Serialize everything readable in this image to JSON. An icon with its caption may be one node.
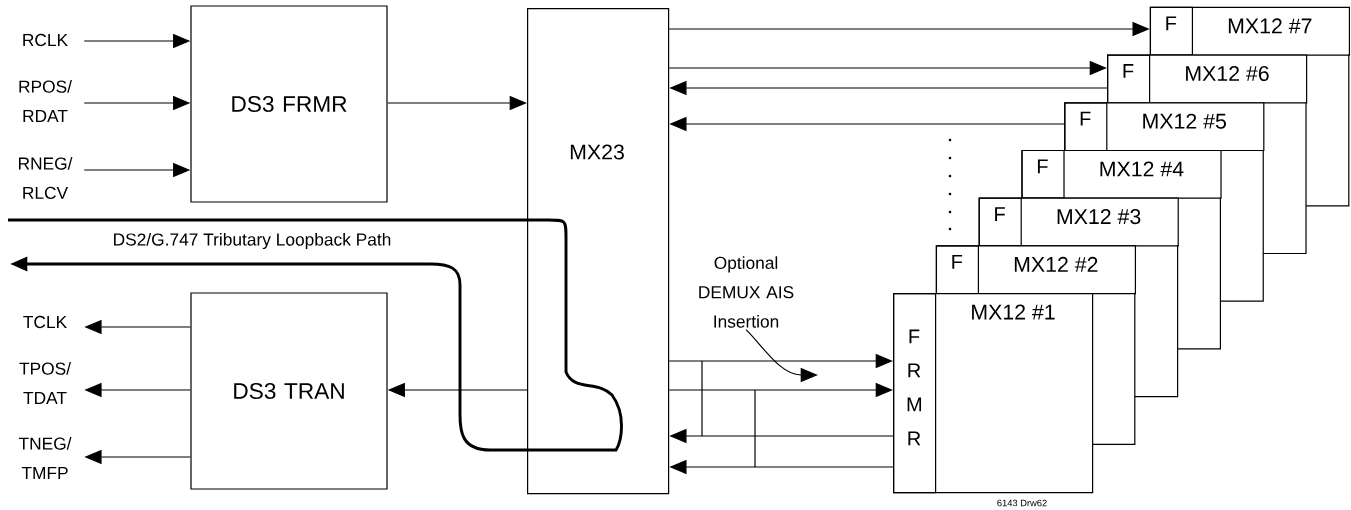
{
  "diagram": {
    "nodes": [
      {
        "text": [
          "RCLK"
        ]
      },
      {
        "text": [
          "RPOS/ RDAT"
        ]
      },
      {
        "text": [
          "RNEG/ RLCV"
        ]
      },
      {
        "text": [
          "DS3 FRMR"
        ]
      },
      {
        "text": [
          "MX23"
        ]
      },
      {
        "text": [
          "MX12 #7"
        ]
      },
      {
        "text": [
          "F"
        ],
        "in": 5
      },
      {
        "text": [
          "MX12 #6"
        ]
      },
      {
        "text": [
          "F"
        ],
        "in": 7
      },
      {
        "text": [
          "MX12 #5"
        ]
      },
      {
        "text": [
          "F"
        ],
        "in": 9
      },
      {
        "text": [
          "MX12 #4"
        ]
      },
      {
        "text": [
          "F"
        ],
        "in": 11
      },
      {
        "text": [
          "MX12 #3"
        ]
      },
      {
        "text": [
          "F"
        ],
        "in": 13
      },
      {
        "text": [
          "MX12 #2"
        ]
      },
      {
        "text": [
          "F"
        ],
        "in": 15
      },
      {
        "text": [
          "Optional DEMUX AIS Insertion"
        ]
      },
      {
        "text": [
          "MX12 #1"
        ]
      },
      {
        "text": [
          "F R M R"
        ],
        "in": 18
      },
      {
        "text": [
          "TCLK"
        ]
      },
      {
        "text": [
          "TPOS/ TDAT"
        ]
      },
      {
        "text": [
          "TNEG/ TMFP"
        ]
      },
      {
        "text": [
          "DS3 TRAN"
        ]
      }
    ],
    "edges": [
      {
        "from": 0,
        "to": 3,
        "arrow": "to"
      },
      {
        "from": 1,
        "to": 3,
        "arrow": "to"
      },
      {
        "from": 2,
        "to": 3,
        "arrow": "to"
      },
      {
        "from": 3,
        "to": 4,
        "arrow": "to"
      },
      {
        "from": 4,
        "to": 6,
        "arrow": "to"
      },
      {
        "from": 4,
        "to": 8,
        "arrow": "to"
      },
      {
        "from": 8,
        "to": 4,
        "arrow": "to"
      },
      {
        "from": 10,
        "to": 4,
        "arrow": "to"
      },
      {
        "from": 4,
        "to": 19,
        "arrow": "to"
      },
      {
        "from": 4,
        "to": 19,
        "arrow": "to"
      },
      {
        "from": 19,
        "to": 4,
        "arrow": "to"
      },
      {
        "from": 19,
        "to": 4,
        "arrow": "to"
      },
      {
        "from": 17,
        "to": null,
        "arrow": "to"
      },
      {
        "from": 4,
        "to": 23,
        "arrow": "to"
      },
      {
        "from": 23,
        "to": 20,
        "arrow": "to"
      },
      {
        "from": 23,
        "to": 21,
        "arrow": "to"
      },
      {
        "from": 23,
        "to": 22,
        "arrow": "to"
      }
    ],
    "labels": [
      "DS2/G.747 Tributary Loopback Path",
      "6143 Drw62"
    ]
  }
}
